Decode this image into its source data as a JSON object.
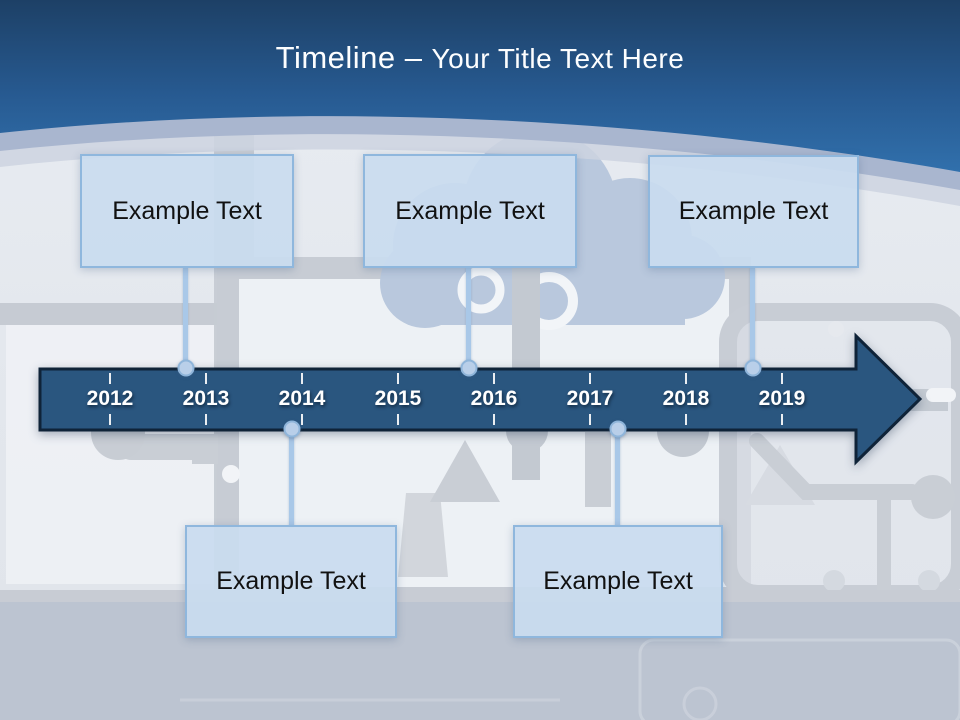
{
  "title": {
    "primary": "Timeline –",
    "secondary": "Your Title Text Here"
  },
  "timeline": {
    "years": [
      "2012",
      "2013",
      "2014",
      "2015",
      "2016",
      "2017",
      "2018",
      "2019"
    ]
  },
  "boxes": {
    "top": [
      {
        "label": "Example Text"
      },
      {
        "label": "Example Text"
      },
      {
        "label": "Example Text"
      }
    ],
    "bottom": [
      {
        "label": "Example Text"
      },
      {
        "label": "Example Text"
      }
    ]
  },
  "colors": {
    "header_blue_top": "#1d4066",
    "header_blue_bottom": "#3170ac",
    "header_band": "#a9b6cf",
    "arrow_fill": "#2a567f",
    "arrow_border": "#0f2338",
    "box_fill": "#c9dbef",
    "box_border": "#8fb7dd",
    "connector": "#a9c8e8",
    "dot_fill": "#b9cfe9",
    "year_text": "#ffffff",
    "box_text": "#111111",
    "title_text": "#fdfeff",
    "background": "#e3e7ed",
    "illustration_gray": "#c7ccd4",
    "illustration_cloud": "#b9c8dd"
  }
}
